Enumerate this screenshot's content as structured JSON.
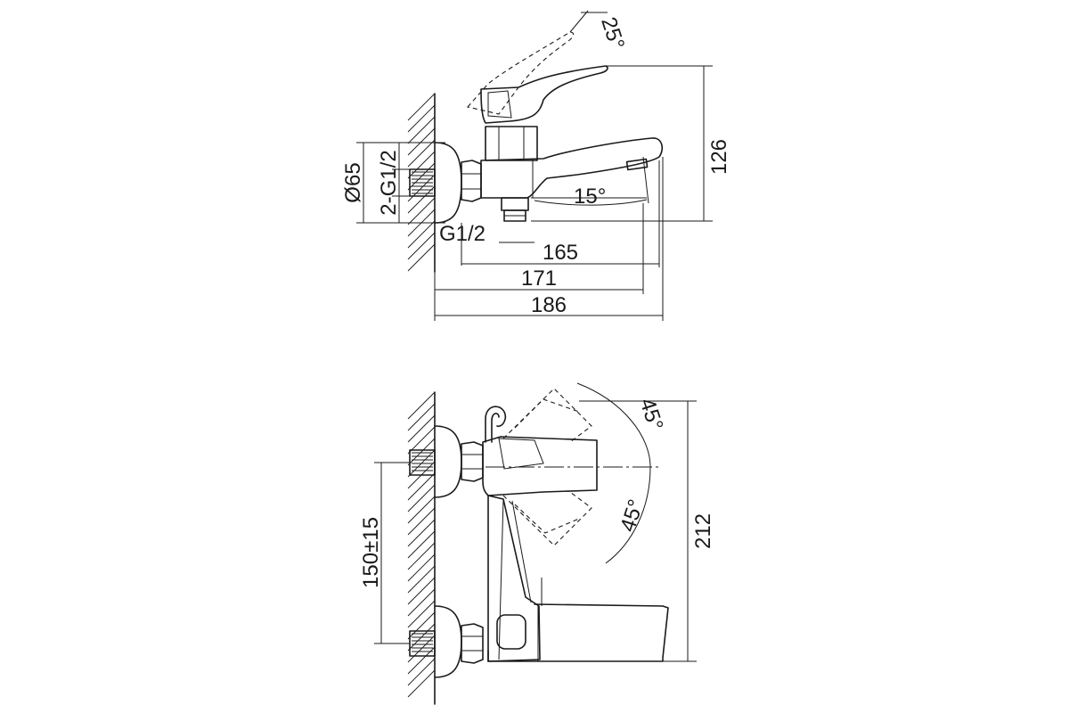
{
  "top_view": {
    "angle_lever": "25°",
    "angle_spout": "15°",
    "dim_height": "126",
    "dim_diameter": "Ø65",
    "dim_thread_pair": "2-G1/2",
    "dim_outlet_thread": "G1/2",
    "dim_165": "165",
    "dim_171": "171",
    "dim_186": "186"
  },
  "bottom_view": {
    "angle_up": "45°",
    "angle_down": "45°",
    "dim_height": "212",
    "dim_spacing": "150±15"
  }
}
